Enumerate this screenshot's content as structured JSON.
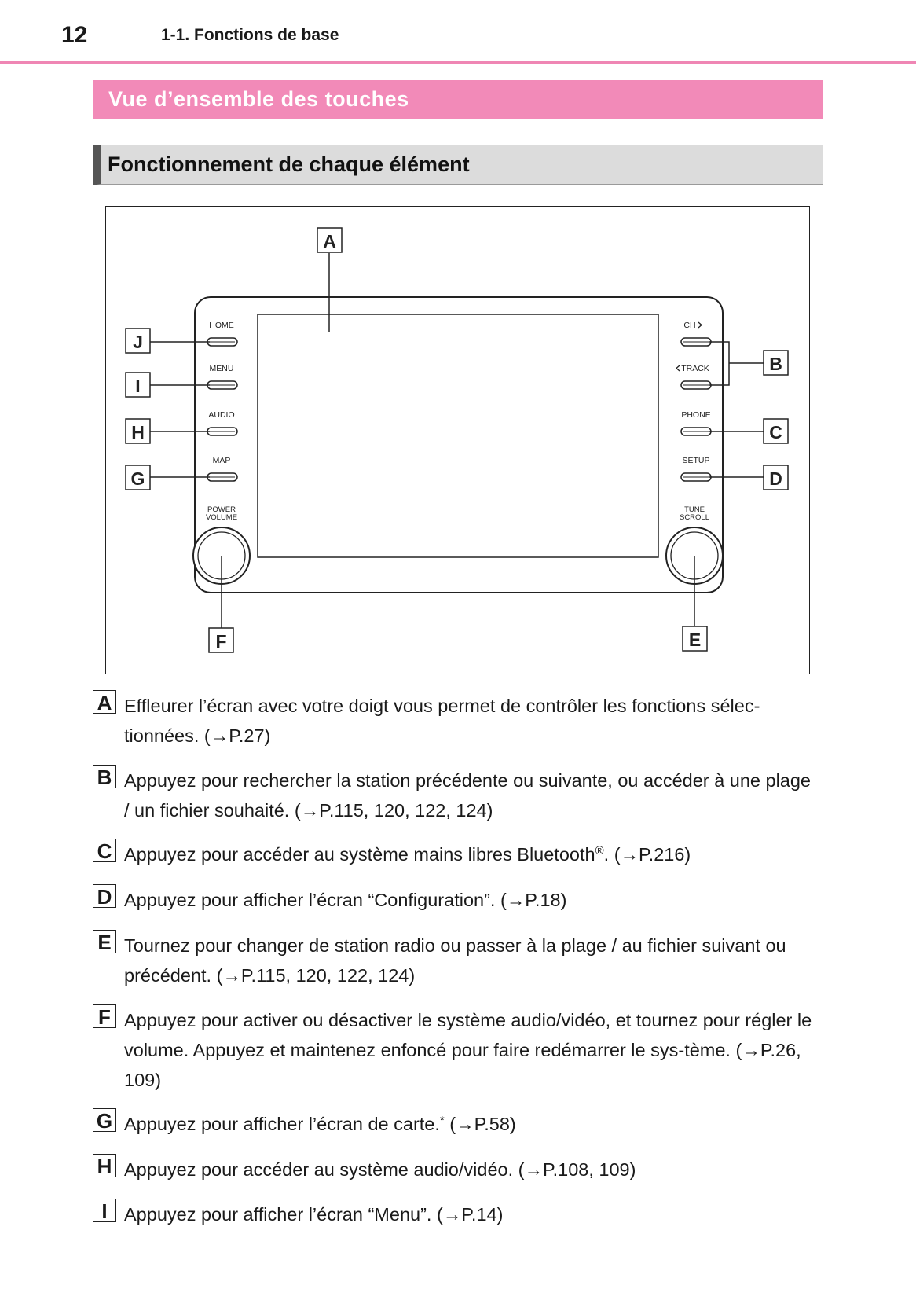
{
  "header": {
    "page_number": "12",
    "running_head": "1-1. Fonctions de base"
  },
  "section": {
    "title": "Vue d’ensemble des touches"
  },
  "subsection": {
    "title": "Fonctionnement de chaque élément"
  },
  "figure": {
    "callouts": {
      "A": "A",
      "B": "B",
      "C": "C",
      "D": "D",
      "E": "E",
      "F": "F",
      "G": "G",
      "H": "H",
      "I": "I",
      "J": "J"
    },
    "left_buttons": [
      "HOME",
      "MENU",
      "AUDIO",
      "MAP"
    ],
    "right_buttons": [
      "CH",
      "TRACK",
      "PHONE",
      "SETUP"
    ],
    "left_knob": [
      "POWER",
      "VOLUME"
    ],
    "right_knob": [
      "TUNE",
      "SCROLL"
    ]
  },
  "descriptions": [
    {
      "letter": "A",
      "text": "Effleurer l’écran avec votre doigt vous permet de contrôler les fonctions sélec-tionnées. (→P.27)"
    },
    {
      "letter": "B",
      "text": "Appuyez pour rechercher la station précédente ou suivante, ou accéder à une plage / un fichier souhaité. (→P.115, 120, 122, 124)"
    },
    {
      "letter": "C",
      "text": "Appuyez pour accéder au système mains libres Bluetooth",
      "sup": "®",
      "text_after": ". (→P.216)"
    },
    {
      "letter": "D",
      "text": "Appuyez pour afficher l’écran “Configuration”. (→P.18)"
    },
    {
      "letter": "E",
      "text": "Tournez pour changer de station radio ou passer à la plage / au fichier suivant ou précédent. (→P.115, 120, 122, 124)"
    },
    {
      "letter": "F",
      "text": "Appuyez pour activer ou désactiver le système audio/vidéo, et tournez pour régler le volume. Appuyez et maintenez enfoncé pour faire redémarrer le sys-tème. (→P.26, 109)"
    },
    {
      "letter": "G",
      "text": "Appuyez pour afficher l’écran de carte.",
      "sup": "*",
      "text_after": " (→P.58)"
    },
    {
      "letter": "H",
      "text": "Appuyez pour accéder au système audio/vidéo. (→P.108, 109)"
    },
    {
      "letter": "I",
      "text": "Appuyez pour afficher l’écran “Menu”. (→P.14)"
    }
  ]
}
